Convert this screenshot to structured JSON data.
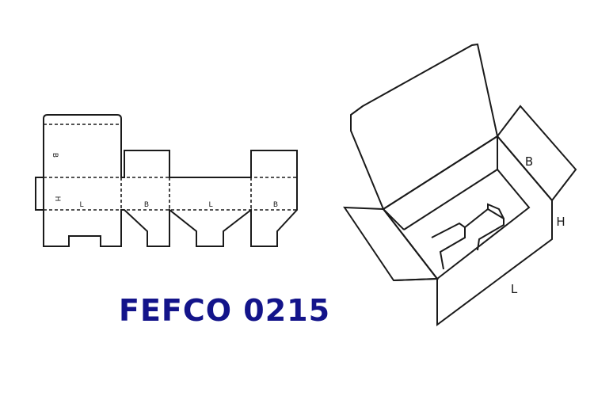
{
  "title": "FEFCO 0215",
  "colors": {
    "title": "#13148a",
    "line": "#1a1a1a",
    "background": "#ffffff"
  },
  "flat_pattern": {
    "labels": {
      "b_top": "B",
      "h": "H",
      "l_1": "L",
      "b_1": "B",
      "l_2": "L",
      "b_2": "B"
    }
  },
  "box_3d": {
    "labels": {
      "b": "B",
      "h": "H",
      "l": "L"
    }
  }
}
